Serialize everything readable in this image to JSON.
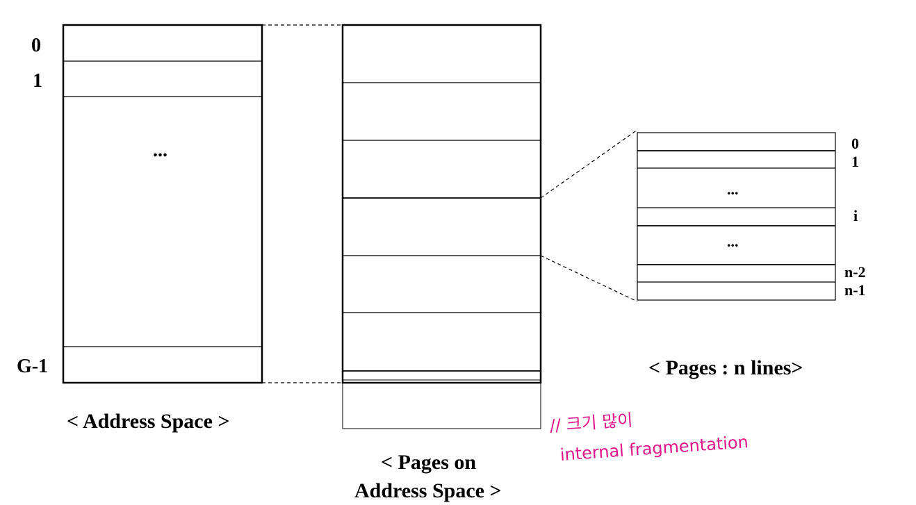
{
  "address_space": {
    "labels": {
      "first": "0",
      "second": "1",
      "last": "G-1",
      "ellipsis": "..."
    },
    "caption": "< Address Space >"
  },
  "pages_on_address_space": {
    "caption_line1": "< Pages on",
    "caption_line2": "Address Space >"
  },
  "page_lines": {
    "labels": {
      "first": "0",
      "second": "1",
      "middle": "i",
      "second_last": "n-2",
      "last": "n-1",
      "ellipsis_top": "...",
      "ellipsis_bottom": "..."
    },
    "caption": "< Pages : n lines>"
  },
  "annotation": {
    "line1": "// 크기 많이",
    "line2": "internal fragmentation",
    "color": "#e0158a"
  }
}
